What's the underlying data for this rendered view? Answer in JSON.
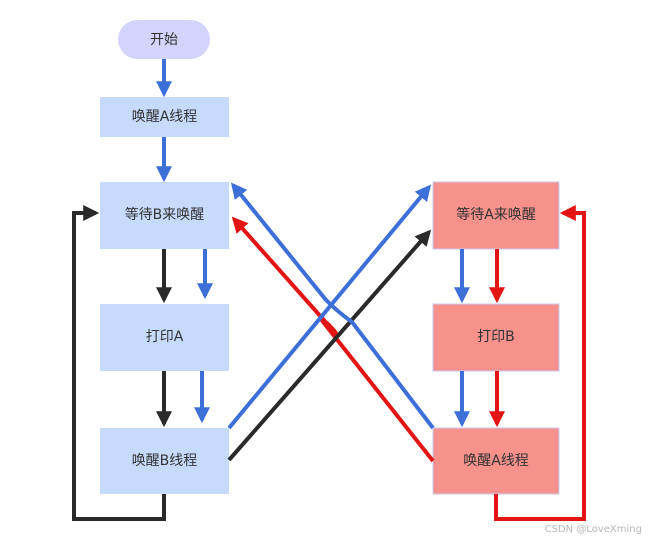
{
  "nodes": {
    "start": "开始",
    "wake_a_left": "唤醒A线程",
    "wait_b": "等待B来唤醒",
    "print_a": "打印A",
    "wake_b": "唤醒B线程",
    "wait_a": "等待A来唤醒",
    "print_b": "打印B",
    "wake_a_right": "唤醒A线程"
  },
  "watermark": "CSDN @LoveXming",
  "colors": {
    "start_fill": "#d3d3fb",
    "left_fill": "#c6dafb",
    "right_fill": "#f6918b",
    "blue": "#3d6fd9",
    "black": "#2a2a2a",
    "red": "#e31414"
  }
}
